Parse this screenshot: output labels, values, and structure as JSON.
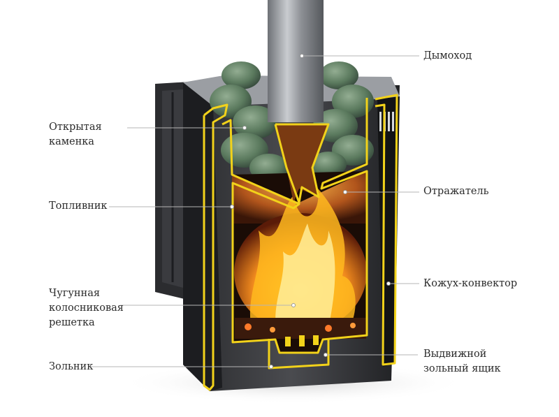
{
  "labels": {
    "chimney": "Дымоход",
    "open_heater": [
      "Открытая",
      "каменка"
    ],
    "firebox": "Топливник",
    "reflector": "Отражатель",
    "convector_casing": "Кожух-конвектор",
    "grate": [
      "Чугунная",
      "колосниковая",
      "решетка"
    ],
    "ash_pit": "Зольник",
    "ash_drawer": [
      "Выдвижной",
      "зольный ящик"
    ]
  },
  "colors": {
    "outline": "#f2d21a",
    "steel_dark": "#1e1f21",
    "steel_mid": "#3a3b3e",
    "stones": "#5b7a5e",
    "fire_core": "#ffd23a",
    "fire_outer": "#e8641a",
    "leader": "#b5b5b5"
  }
}
